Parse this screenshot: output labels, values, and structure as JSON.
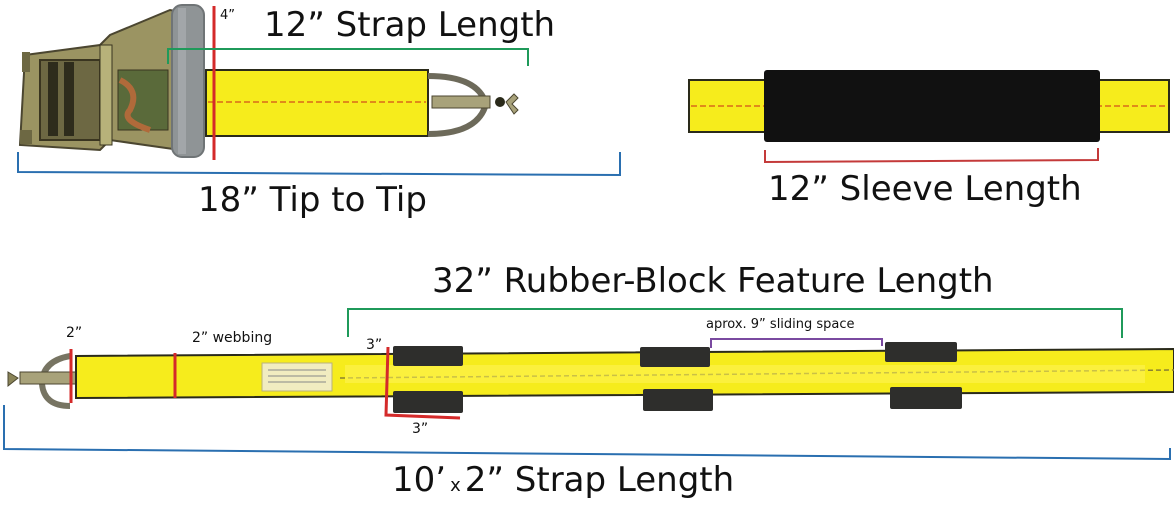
{
  "colors": {
    "webbing": "#f6ec1c",
    "webbing_edge": "#2a2a1a",
    "stitch": "#e08a1a",
    "rubber_block": "#2e2e2c",
    "sleeve": "#111111",
    "ratchet_metal": "#8a8458",
    "handle": "#8f9496",
    "red_marker": "#d42a2a",
    "green_bracket": "#1f9a5a",
    "blue_bracket": "#2a6fb0",
    "purple_bracket": "#7a4aa0"
  },
  "ratchet_panel": {
    "width_label": "4”",
    "strap_label": "12” Strap Length",
    "tip_label": "18” Tip to Tip"
  },
  "sleeve_panel": {
    "sleeve_label": "12” Sleeve Length"
  },
  "long_strap_panel": {
    "feature_label": "32” Rubber-Block Feature Length",
    "ring_label": "2”",
    "webbing_label": "2” webbing",
    "block_height_label": "3”",
    "block_width_label": "3”",
    "sliding_label": "aprox. 9” sliding space",
    "strap_length_prefix": "10’",
    "strap_length_x": "x",
    "strap_length_suffix": "2” Strap Length"
  }
}
